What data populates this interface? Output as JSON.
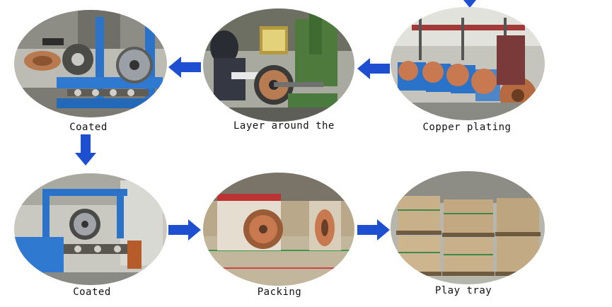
{
  "steps": [
    {
      "caption": "Coated",
      "scene": "coating-machine-1"
    },
    {
      "caption": "Layer around the",
      "scene": "layer-winding-machine"
    },
    {
      "caption": "Copper plating",
      "scene": "copper-plating-line"
    },
    {
      "caption": "Coated",
      "scene": "coating-machine-2"
    },
    {
      "caption": "Packing",
      "scene": "packing-boxes"
    },
    {
      "caption": "Play tray",
      "scene": "pallet-tray"
    }
  ],
  "colors": {
    "arrow": "#1f4fd1",
    "machine_blue": "#2a73c9",
    "copper": "#c8794f",
    "floor": "#9a9a95",
    "cardboard": "#c8b08a"
  }
}
